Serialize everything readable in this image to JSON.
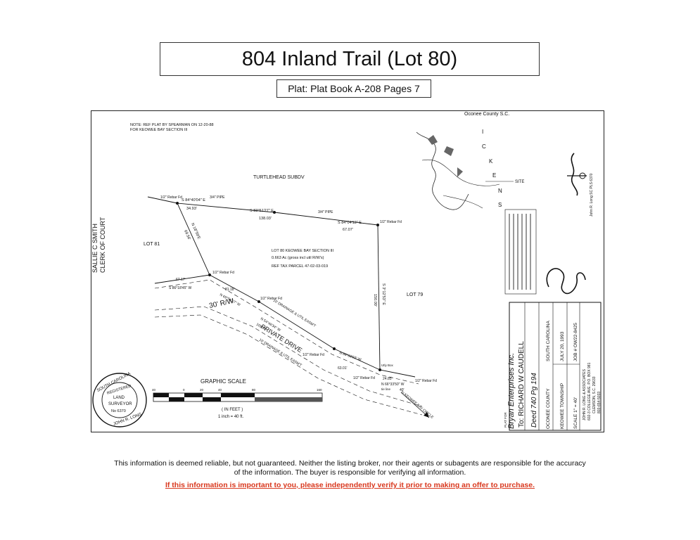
{
  "header": {
    "title": "804 Inland Trail (Lot 80)",
    "plat_reference": "Plat: Plat Book A-208 Pages 7"
  },
  "plat": {
    "top_label": "Oconee County S.C.",
    "note_line1": "NOTE: REF PLAT BY SPEARMAN ON 12-20-88",
    "note_line2": "FOR KEOWEE BAY SECTION III",
    "subdivision": "TURTLEHEAD SUBDV",
    "clerk_line1": "SALLIE C SMITH",
    "clerk_line2": "CLERK OF COURT",
    "lot81": "LOT 81",
    "lot79": "LOT 79",
    "lot80_line1": "LOT 80 KEOWEE BAY SECTION III",
    "lot80_line2": "0.663 Ac (gross incl util R/W's)",
    "lot80_line3": "REF TAX PARCEL 47-02-03-019",
    "rebar_half": "1/2\" Rebar Fd",
    "pipe_34": "3/4\" PIPE",
    "bearing1": "S 84°40'04\" E",
    "dist1": "34.93'",
    "bearing2": "S 83°51'27\" E",
    "dist2": "138.03'",
    "bearing3": "S 84°04'12\" E",
    "dist3": "67.07'",
    "bearing_west": "N 18°59'E",
    "dist_west": "69.56'",
    "bearing_east": "S 3°12'53\" E",
    "dist_east": "150.00'",
    "bearing_drive1": "S 86°18'45\" W",
    "dist_drive1": "67.17'",
    "bearing_drive2": "N 69°51'27\" W",
    "dist_drive2": "81.18'",
    "bearing_drive3": "N 54°46'34\" W",
    "dist_drive3": "109.96'",
    "bearing_drive4": "N 66°33'03\" W",
    "dist_drive4": "63.01'",
    "bearing_drive5": "N 66°33'50\" W",
    "dist_drive5": "24.85'",
    "tie_line": "tie line",
    "dist_tie": "40'",
    "row": "30' R/W",
    "private_drive": "PRIVATE DRIVE",
    "easement1": "10' DRAINAGE & UTIL EASM'T",
    "easement2": "10' DRAINAGE & UTIL EASM'T",
    "keowee_circle": "to KEOWEE BAY CIRCLE",
    "utility_box": "Utly Box",
    "site": "SITE",
    "graphic_scale": "GRAPHIC SCALE",
    "scale_ticks": [
      "40",
      "0",
      "20",
      "40",
      "80",
      "160"
    ],
    "scale_units": "( IN FEET )",
    "scale_ratio": "1 inch = 40 ft.",
    "seal_line1": "SOUTH CAROLINA",
    "seal_line2": "REGISTERED",
    "seal_line3": "LAND",
    "seal_line4": "SURVEYOR",
    "seal_line5": "No 6370",
    "seal_line6": "JOHN R. LONG",
    "title_block": {
      "plat_for": "PLAT FOR",
      "owner_script": "Bryan Enterprises Inc.",
      "to_line": "To: RICHARD W CAUDELL",
      "deed_ref": "Deed 740 Pg 194",
      "county": "OCONEE COUNTY",
      "state": "SOUTH CAROLINA",
      "township": "KEOWEE TOWNSHIP",
      "date": "JULY 20, 1993",
      "scale": "SCALE 1\" = 40'",
      "job": "JOB # OW22-8425",
      "firm1": "JOHN R. LONG & ASSOCIATES",
      "firm2": "602-3 COLLEGE AVE. P.O. BOX 981",
      "firm3": "CLEMSON, S.C. 29633",
      "firm4": "803-654-5033"
    },
    "surveyor_signature": "John R. Long  SC PLS 6370",
    "vicinity_letters": [
      "I",
      "C",
      "K",
      "E",
      "N",
      "S"
    ]
  },
  "footer": {
    "disclaimer_line1": "This information is deemed reliable, but not guaranteed.  Neither the listing broker, nor their agents or subagents are responsible for the accuracy",
    "disclaimer_line2": "of the information.  The buyer is responsible for verifying all information.",
    "verify_notice": "If this information is important to you, please independently verify it prior to making an offer to purchase."
  }
}
